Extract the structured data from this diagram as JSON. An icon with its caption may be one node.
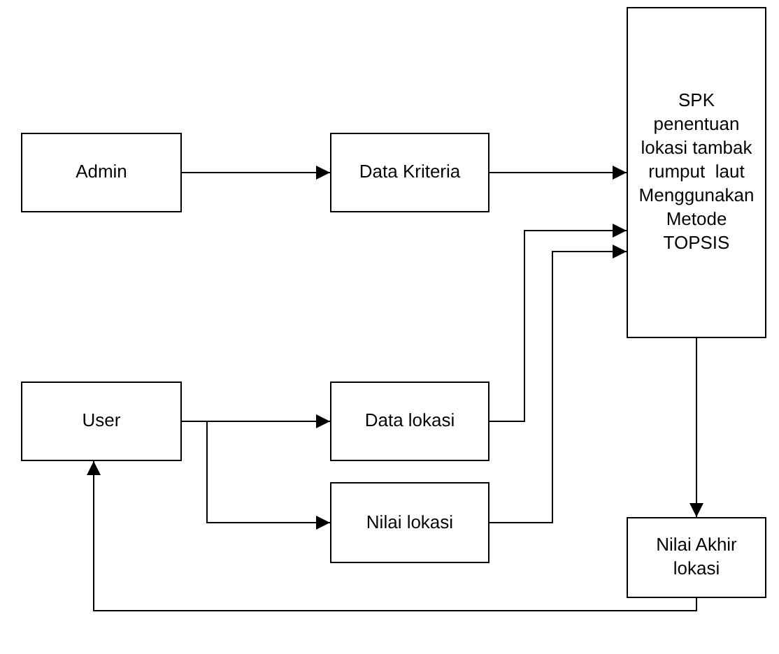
{
  "diagram": {
    "nodes": [
      {
        "text": [
          "Admin"
        ]
      },
      {
        "text": [
          "Data Kriteria"
        ]
      },
      {
        "text": [
          "SPK penentuan lokasi tambak rumput  laut Menggunakan Metode TOPSIS"
        ]
      },
      {
        "text": [
          "User"
        ]
      },
      {
        "text": [
          "Data lokasi"
        ]
      },
      {
        "text": [
          "Nilai lokasi"
        ]
      },
      {
        "text": [
          "Nilai Akhir lokasi"
        ]
      }
    ],
    "edges": [
      {
        "from": 0,
        "to": 1,
        "arrow": "to"
      },
      {
        "from": 1,
        "to": 2,
        "arrow": "to"
      },
      {
        "from": 4,
        "to": 2,
        "arrow": "to"
      },
      {
        "from": 5,
        "to": 2,
        "arrow": "to"
      },
      {
        "from": 3,
        "to": 4,
        "arrow": "to"
      },
      {
        "from": 3,
        "to": 5,
        "arrow": "to"
      },
      {
        "from": 2,
        "to": 6,
        "arrow": "to"
      },
      {
        "from": 6,
        "to": 3,
        "arrow": "to"
      }
    ]
  }
}
